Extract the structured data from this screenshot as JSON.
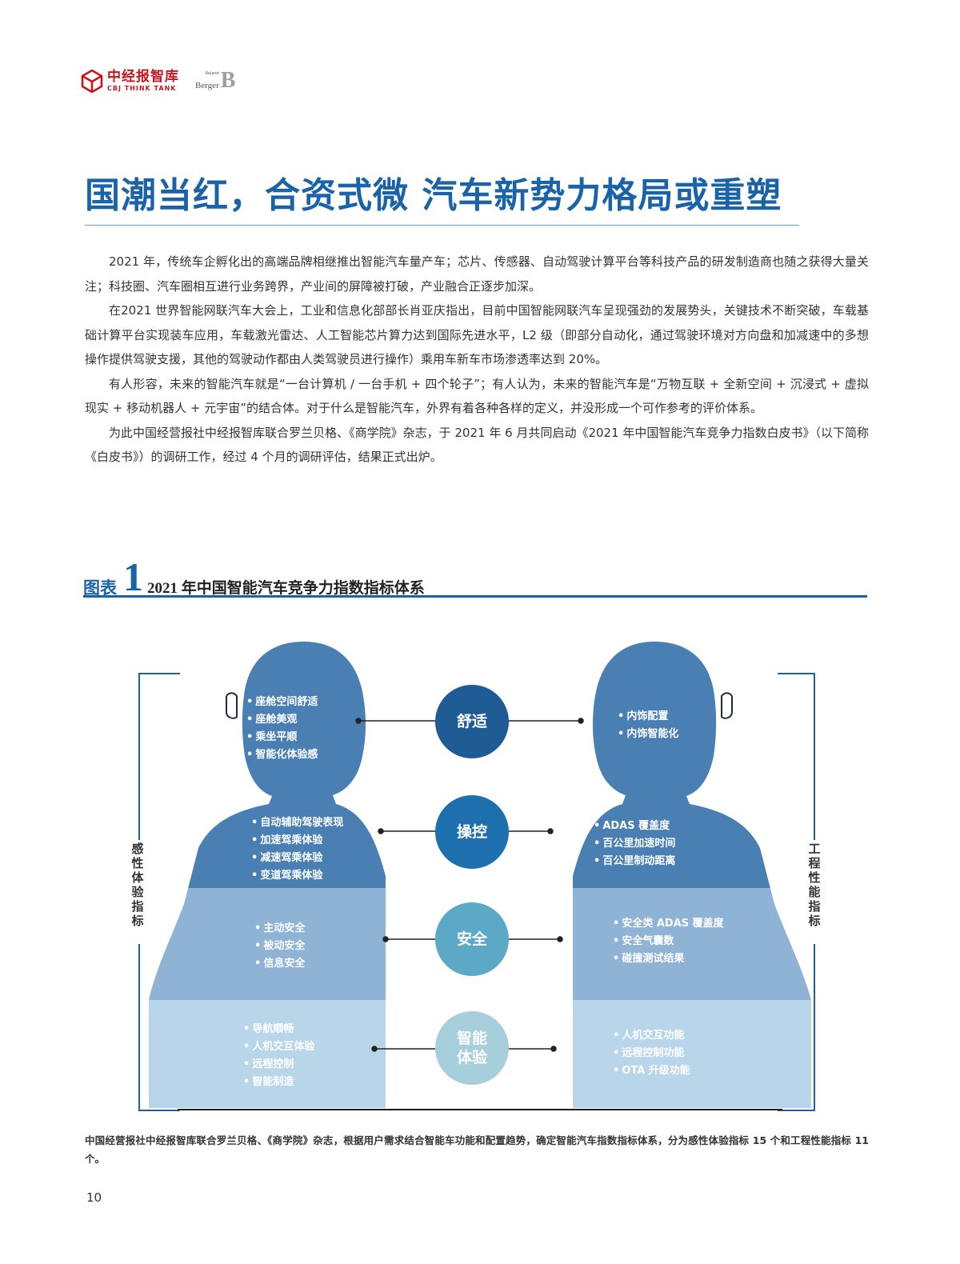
{
  "header": {
    "logo_cn": "中经报智库",
    "logo_en": "CBJ THINK TANK",
    "partner_small": "Roland",
    "partner_name": "Berger",
    "partner_mark": "B"
  },
  "title": "国潮当红，合资式微 汽车新势力格局或重塑",
  "paragraphs": [
    "2021 年，传统车企孵化出的高端品牌相继推出智能汽车量产车；芯片、传感器、自动驾驶计算平台等科技产品的研发制造商也随之获得大量关注；科技圈、汽车圈相互进行业务跨界，产业间的屏障被打破，产业融合正逐步加深。",
    "在2021 世界智能网联汽车大会上，工业和信息化部部长肖亚庆指出，目前中国智能网联汽车呈现强劲的发展势头，关键技术不断突破，车载基础计算平台实现装车应用，车载激光雷达、人工智能芯片算力达到国际先进水平，L2 级（即部分自动化，通过驾驶环境对方向盘和加减速中的多想操作提供驾驶支援，其他的驾驶动作都由人类驾驶员进行操作）乘用车新车市场渗透率达到 20%。",
    "有人形容，未来的智能汽车就是“一台计算机 / 一台手机 + 四个轮子”；有人认为，未来的智能汽车是“万物互联 + 全新空间 + 沉浸式 + 虚拟现实 + 移动机器人 + 元宇宙”的结合体。对于什么是智能汽车，外界有着各种各样的定义，并没形成一个可作参考的评价体系。",
    "为此中国经营报社中经报智库联合罗兰贝格、《商学院》杂志，于 2021 年 6 月共同启动《2021 年中国智能汽车竞争力指数白皮书》（以下简称《白皮书》）的调研工作，经过 4 个月的调研评估，结果正式出炉。"
  ],
  "figure": {
    "label": "图表",
    "number": "1",
    "title": "2021 年中国智能汽车竞争力指数指标体系",
    "left_axis": "感性体验指标",
    "right_axis": "工程性能指标",
    "colors": {
      "comfort": "#1f5b95",
      "control": "#1e6fae",
      "safety": "#5ba8c7",
      "smart": "#9dc6d6"
    },
    "categories": [
      {
        "name": "舒适",
        "left_items": [
          "座舱空间舒适",
          "座舱美观",
          "乘坐平顺",
          "智能化体验感"
        ],
        "right_items": [
          "内饰配置",
          "内饰智能化"
        ]
      },
      {
        "name": "操控",
        "left_items": [
          "自动辅助驾驶表现",
          "加速驾乘体验",
          "减速驾乘体验",
          "变道驾乘体验"
        ],
        "right_items": [
          "ADAS 覆盖度",
          "百公里加速时间",
          "百公里制动距离"
        ]
      },
      {
        "name": "安全",
        "left_items": [
          "主动安全",
          "被动安全",
          "信息安全"
        ],
        "right_items": [
          "安全类 ADAS 覆盖度",
          "安全气囊数",
          "碰撞测试结果"
        ]
      },
      {
        "name": "智能体验",
        "left_items": [
          "导航顺畅",
          "人机交互体验",
          "远程控制",
          "智能制造"
        ],
        "right_items": [
          "人机交互功能",
          "远程控制功能",
          "OTA 升级功能"
        ]
      }
    ]
  },
  "caption": "中国经营报社中经报智库联合罗兰贝格、《商学院》杂志，根据用户需求结合智能车功能和配置趋势，确定智能汽车指数指标体系，分为感性体验指标 15 个和工程性能指标 11 个。",
  "page_number": "10"
}
